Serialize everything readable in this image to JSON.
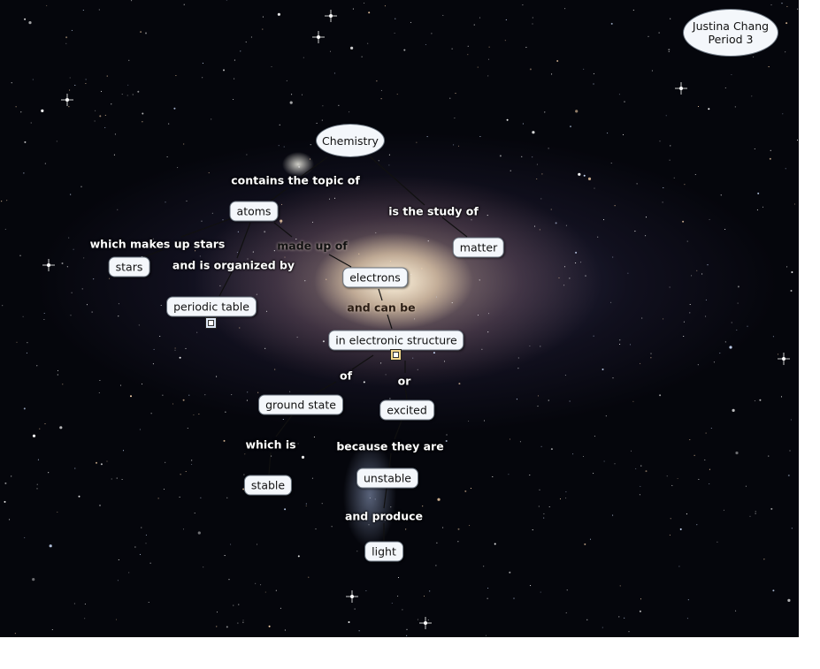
{
  "author": {
    "name": "Justina Chang",
    "period": "Period 3"
  },
  "concepts": {
    "chemistry": "Chemistry",
    "atoms": "atoms",
    "matter": "matter",
    "stars": "stars",
    "periodic_table": "periodic table",
    "electrons": "electrons",
    "electronic_structure": "in electronic structure",
    "ground_state": "ground state",
    "excited": "excited",
    "stable": "stable",
    "unstable": "unstable",
    "light": "light"
  },
  "links": {
    "contains_topic": "contains the topic of",
    "study_of": "is the study of",
    "makes_up_stars": "which makes up stars",
    "organized_by": "and is organized by",
    "made_up_of": "made up of",
    "can_be": "and can be",
    "of": "of",
    "or": "or",
    "which_is": "which is",
    "because": "because they are",
    "produce": "and produce"
  },
  "resource_icons": [
    "document-icon",
    "image-icon"
  ]
}
